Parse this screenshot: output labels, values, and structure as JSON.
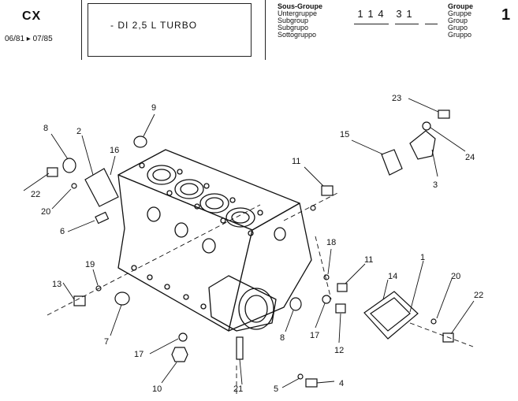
{
  "header": {
    "model": "CX",
    "dates": "06/81 ▸ 07/85",
    "engine": "- DI 2,5 L TURBO",
    "subgroup_labels": [
      "Sous-Groupe",
      "Untergruppe",
      "Subgroup",
      "Subgrupo",
      "Sottogruppo"
    ],
    "subgroup_code": [
      "1",
      "1",
      "4",
      "3",
      "1"
    ],
    "group_labels": [
      "Groupe",
      "Gruppe",
      "Group",
      "Grupo",
      "Gruppo"
    ],
    "group_number": "1"
  },
  "callouts": [
    "1",
    "2",
    "3",
    "4",
    "5",
    "6",
    "7",
    "8",
    "8",
    "9",
    "10",
    "11",
    "11",
    "12",
    "13",
    "14",
    "15",
    "16",
    "17",
    "17",
    "18",
    "19",
    "20",
    "20",
    "21",
    "22",
    "22",
    "23",
    "24"
  ]
}
